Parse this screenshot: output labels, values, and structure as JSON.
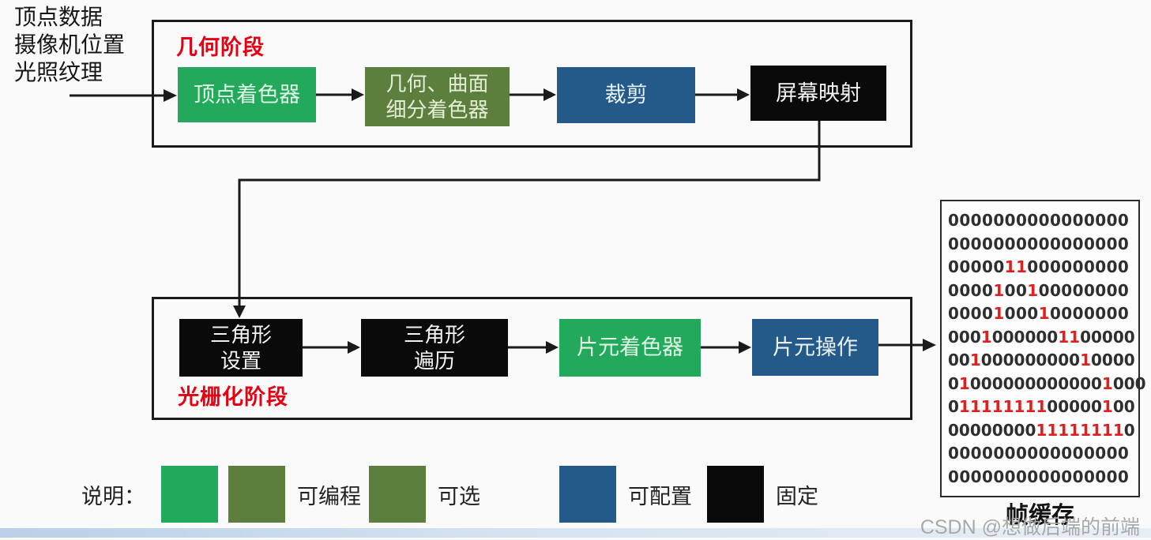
{
  "page": {
    "watermark": "CSDN @想做后端的前端",
    "background": "#fafafb"
  },
  "colors": {
    "programmable_green": "#22a95b",
    "optional_olive": "#5d7f3e",
    "configurable_blue": "#245a89",
    "fixed_black": "#0a0a0a",
    "stage_label_red": "#e60012",
    "binary_one_red": "#e01f1f",
    "binary_zero_dark": "#2e2e2e"
  },
  "inputs": {
    "lines": [
      "顶点数据",
      "摄像机位置",
      "光照纹理"
    ]
  },
  "geometry_stage": {
    "label": "几何阶段",
    "boxes": [
      {
        "id": "vertex-shader",
        "lines": [
          "顶点着色器"
        ],
        "color": "green"
      },
      {
        "id": "geometry-tessellation-shader",
        "lines": [
          "几何、曲面",
          "细分着色器"
        ],
        "color": "olive"
      },
      {
        "id": "clipping",
        "lines": [
          "裁剪"
        ],
        "color": "blue"
      },
      {
        "id": "screen-mapping",
        "lines": [
          "屏幕映射"
        ],
        "color": "black"
      }
    ]
  },
  "raster_stage": {
    "label": "光栅化阶段",
    "boxes": [
      {
        "id": "triangle-setup",
        "lines": [
          "三角形",
          "设置"
        ],
        "color": "black"
      },
      {
        "id": "triangle-traversal",
        "lines": [
          "三角形",
          "遍历"
        ],
        "color": "black"
      },
      {
        "id": "fragment-shader",
        "lines": [
          "片元着色器"
        ],
        "color": "green"
      },
      {
        "id": "fragment-operations",
        "lines": [
          "片元操作"
        ],
        "color": "blue"
      }
    ]
  },
  "framebuffer": {
    "label": "帧缓存",
    "rows": [
      "0000000000000000",
      "0000000000000000",
      "0000011000000000",
      "0000100100000000",
      "0000100010000000",
      "00010000001100000",
      "00100000000010000",
      "010000000000001000",
      "01111111100000100",
      "00000000111111110",
      "0000000000000000",
      "0000000000000000"
    ]
  },
  "legend": {
    "title": "说明：",
    "items": [
      {
        "swatches": [
          "green",
          "olive"
        ],
        "label": "可编程"
      },
      {
        "swatches": [
          "olive"
        ],
        "label": "可选"
      },
      {
        "swatches": [
          "blue"
        ],
        "label": "可配置"
      },
      {
        "swatches": [
          "black"
        ],
        "label": "固定"
      }
    ]
  }
}
